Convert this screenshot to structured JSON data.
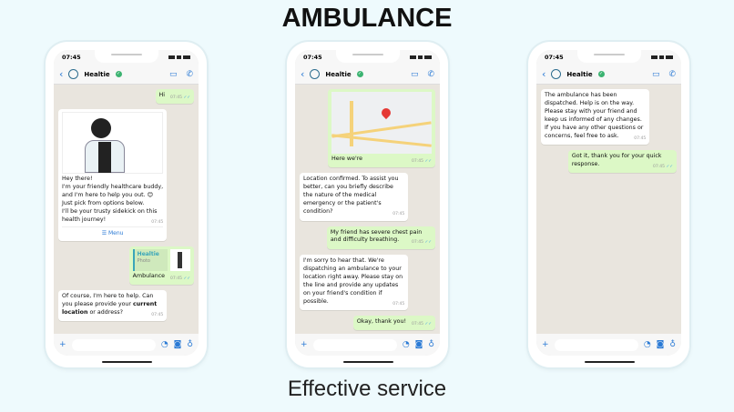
{
  "title": "AMBULANCE",
  "subtitle": "Effective service",
  "phones": [
    {
      "status_time": "07:45",
      "contact_name": "Healtie",
      "messages": [
        {
          "dir": "out",
          "text": [
            {
              "t": "Hi"
            }
          ],
          "time": "07:45"
        },
        {
          "dir": "in",
          "type": "image",
          "text": [
            {
              "t": "Hey there!\nI'm your friendly healthcare buddy, and I'm here to help you out. 😊 Just pick from options below.\nI'll be your trusty sidekick on this health journey!"
            }
          ],
          "time": "07:45",
          "menu_label": "Menu"
        },
        {
          "dir": "out",
          "type": "reply",
          "quote_name": "Healtie",
          "quote_label": "Photo",
          "text": [
            {
              "t": "Ambulance"
            }
          ],
          "time": "07:45"
        },
        {
          "dir": "in",
          "text": [
            {
              "t": "Of course, I'm here to help. Can you please provide your "
            },
            {
              "t": "current location",
              "b": true
            },
            {
              "t": " or address?"
            }
          ],
          "time": "07:45"
        }
      ]
    },
    {
      "status_time": "07:45",
      "contact_name": "Healtie",
      "messages": [
        {
          "dir": "out",
          "type": "map",
          "text": [
            {
              "t": "Here we're"
            }
          ],
          "time": "07:45"
        },
        {
          "dir": "in",
          "text": [
            {
              "t": "Location confirmed. To assist you better, can you briefly describe the nature of the medical emergency or the patient's condition?"
            }
          ],
          "time": "07:45"
        },
        {
          "dir": "out",
          "text": [
            {
              "t": "My friend has severe chest pain and difficulty breathing."
            }
          ],
          "time": "07:45"
        },
        {
          "dir": "in",
          "text": [
            {
              "t": "I'm sorry to hear that. We're dispatching an ambulance to your location right away. Please stay on the line and provide any updates on your friend's condition if possible."
            }
          ],
          "time": "07:45"
        },
        {
          "dir": "out",
          "text": [
            {
              "t": "Okay, thank you!"
            }
          ],
          "time": "07:45"
        },
        {
          "dir": "in",
          "text": [
            {
              "t": "The ambulance has been dispatched. Help is on the way."
            }
          ],
          "time": "07:45"
        }
      ]
    },
    {
      "status_time": "07:45",
      "contact_name": "Healtie",
      "messages": [
        {
          "dir": "in",
          "text": [
            {
              "t": "The ambulance has been dispatched. Help is on the way. Please stay with your friend and keep us informed of any changes. If you have any other questions or concerns, feel free to ask."
            }
          ],
          "time": "07:45"
        },
        {
          "dir": "out",
          "text": [
            {
              "t": "Got it, thank you for your quick response."
            }
          ],
          "time": "07:45"
        }
      ]
    }
  ],
  "colors": {
    "outgoing_bubble": "#dcf8c6",
    "incoming_bubble": "#ffffff",
    "accent": "#2a7ad5",
    "chat_bg": "#e9e5de"
  }
}
